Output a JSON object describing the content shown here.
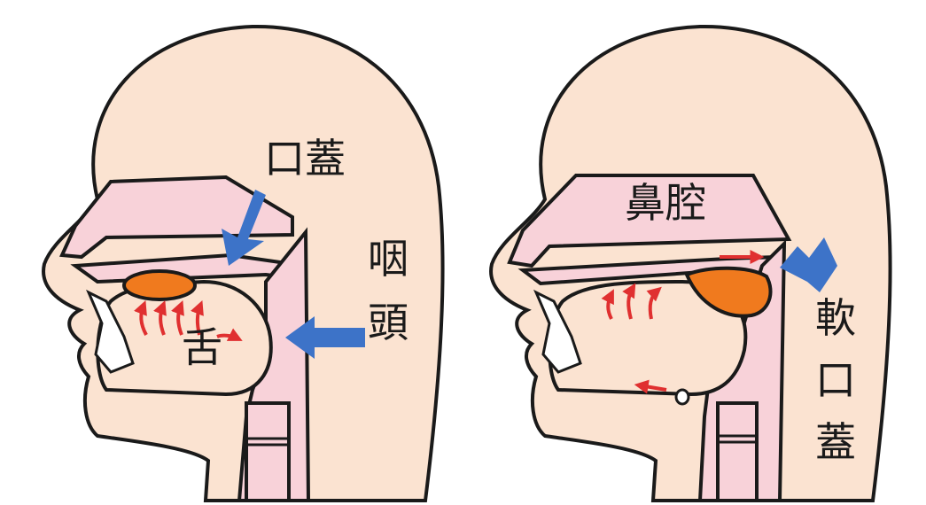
{
  "labels": {
    "left_palate": "口蓋",
    "left_pharynx_1": "咽",
    "left_pharynx_2": "頭",
    "left_tongue": "舌",
    "right_nasal_cavity": "鼻腔",
    "right_soft_palate_1": "軟",
    "right_soft_palate_2": "口",
    "right_soft_palate_3": "蓋"
  },
  "colors": {
    "skin": "#fbe3d1",
    "cavity": "#f8d2d9",
    "outline": "#1a1a1a",
    "tongue_organ": "#f07a1e",
    "arrow_blue": "#3d73c8",
    "flow_red": "#e03030"
  }
}
